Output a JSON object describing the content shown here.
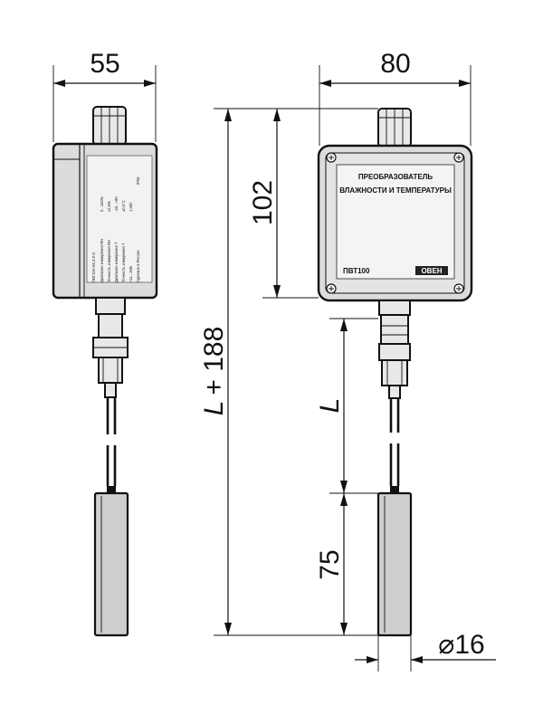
{
  "dimensions": {
    "width_left": "55",
    "width_right": "80",
    "height_housing": "102",
    "total_length": "+ 188",
    "total_length_var": "L",
    "cable_length": "L",
    "probe_length": "75",
    "probe_diameter": "⌀16"
  },
  "front_label": {
    "line1": "ПРЕОБРАЗОВАТЕЛЬ",
    "line2": "ВЛАЖНОСТИ И ТЕМПЕРАТУРЫ",
    "model": "ПВТ100",
    "brand": "ОВЕН"
  },
  "side_label": {
    "lines": [
      "ПВТ100-Н5.3.И.5",
      "Диапазон измерения RH",
      "Точность измерения RH",
      "Диапазон измерения T",
      "Точность измерения T",
      "+11...30В",
      "Сделано в России"
    ],
    "values": [
      "0...100%",
      "±2,5%",
      "-40...+80",
      "±0,5°С",
      "1,5Вт",
      "IP65"
    ]
  }
}
